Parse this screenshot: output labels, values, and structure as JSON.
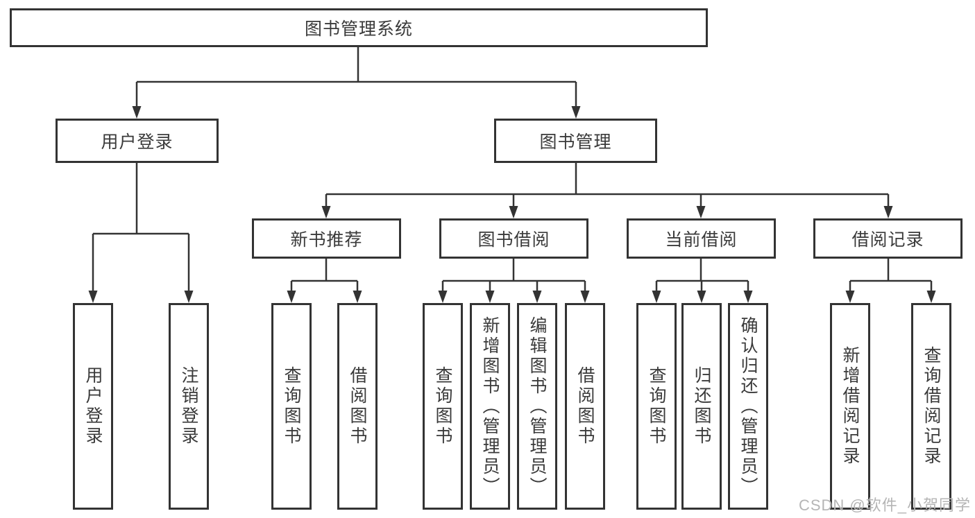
{
  "tree": {
    "label": "图书管理系统",
    "children": [
      {
        "label": "用户登录",
        "children": [
          {
            "label": "用户登录"
          },
          {
            "label": "注销登录"
          }
        ]
      },
      {
        "label": "图书管理",
        "children": [
          {
            "label": "新书推荐",
            "children": [
              {
                "label": "查询图书"
              },
              {
                "label": "借阅图书"
              }
            ]
          },
          {
            "label": "图书借阅",
            "children": [
              {
                "label": "查询图书"
              },
              {
                "label": "新增图书（管理员）"
              },
              {
                "label": "编辑图书（管理员）"
              },
              {
                "label": "借阅图书"
              }
            ]
          },
          {
            "label": "当前借阅",
            "children": [
              {
                "label": "查询图书"
              },
              {
                "label": "归还图书"
              },
              {
                "label": "确认归还（管理员）"
              }
            ]
          },
          {
            "label": "借阅记录",
            "children": [
              {
                "label": "新增借阅记录"
              },
              {
                "label": "查询借阅记录"
              }
            ]
          }
        ]
      }
    ]
  },
  "watermark": "CSDN @软件_小贺同学",
  "colors": {
    "line": "#333333",
    "text": "#3a3a3a",
    "box_fill": "#ffffff",
    "watermark": "#b5b5b5"
  }
}
